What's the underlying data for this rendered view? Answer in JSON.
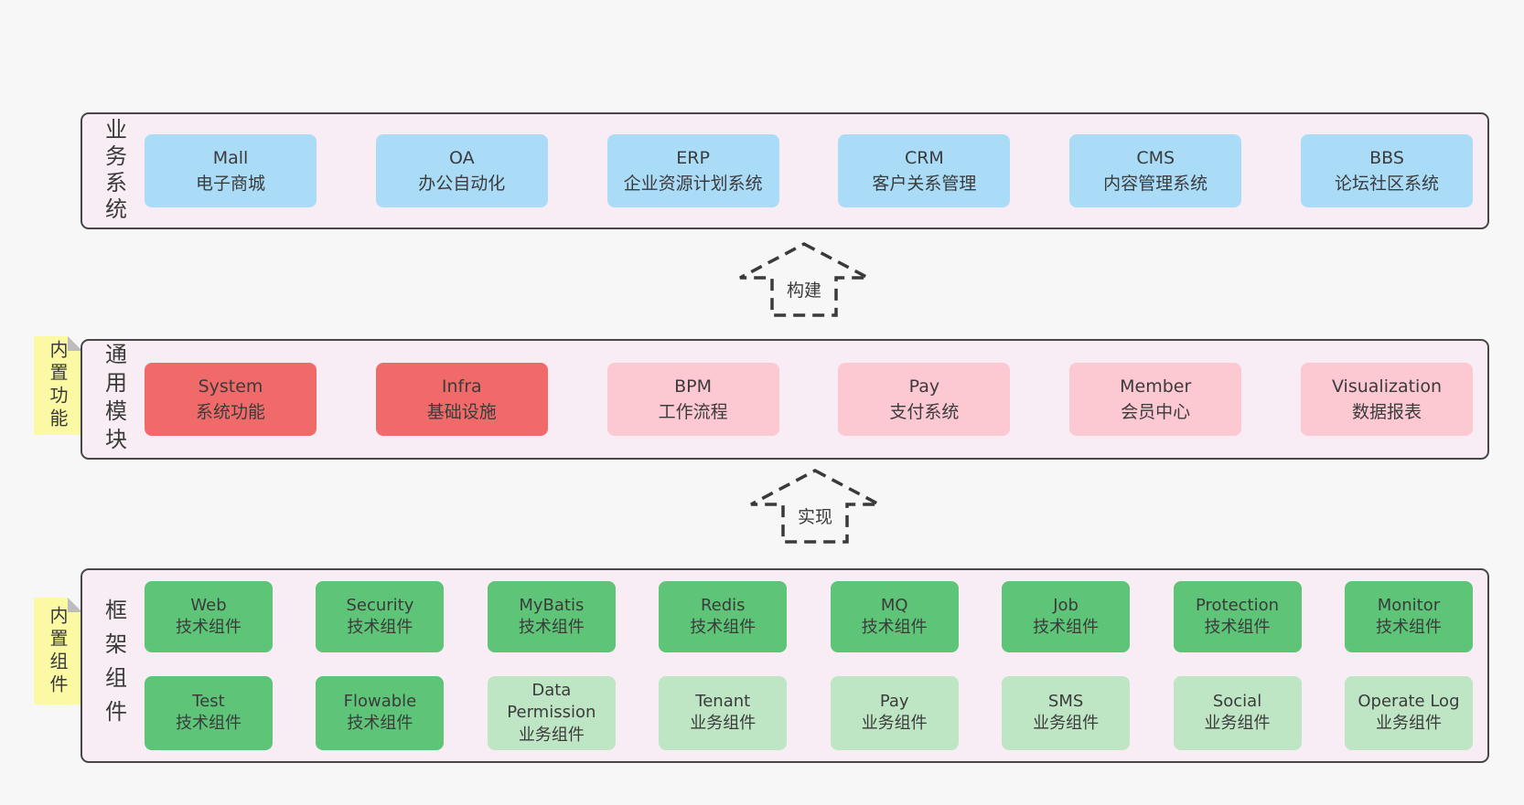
{
  "diagram": {
    "panels": [
      {
        "label": "业务系统",
        "boxes": [
          {
            "en": "Mall",
            "zh": "电子商城",
            "variant": "blue"
          },
          {
            "en": "OA",
            "zh": "办公自动化",
            "variant": "blue"
          },
          {
            "en": "ERP",
            "zh": "企业资源计划系统",
            "variant": "blue"
          },
          {
            "en": "CRM",
            "zh": "客户关系管理",
            "variant": "blue"
          },
          {
            "en": "CMS",
            "zh": "内容管理系统",
            "variant": "blue"
          },
          {
            "en": "BBS",
            "zh": "论坛社区系统",
            "variant": "blue"
          }
        ]
      },
      {
        "label": "通用模块",
        "note": "内置功能",
        "boxes": [
          {
            "en": "System",
            "zh": "系统功能",
            "variant": "red"
          },
          {
            "en": "Infra",
            "zh": "基础设施",
            "variant": "red"
          },
          {
            "en": "BPM",
            "zh": "工作流程",
            "variant": "pink"
          },
          {
            "en": "Pay",
            "zh": "支付系统",
            "variant": "pink"
          },
          {
            "en": "Member",
            "zh": "会员中心",
            "variant": "pink"
          },
          {
            "en": "Visualization",
            "zh": "数据报表",
            "variant": "pink"
          }
        ]
      },
      {
        "label": "框架组件",
        "note": "内置组件",
        "boxes": [
          {
            "en": "Web",
            "zh": "技术组件",
            "variant": "green"
          },
          {
            "en": "Security",
            "zh": "技术组件",
            "variant": "green"
          },
          {
            "en": "MyBatis",
            "zh": "技术组件",
            "variant": "green"
          },
          {
            "en": "Redis",
            "zh": "技术组件",
            "variant": "green"
          },
          {
            "en": "MQ",
            "zh": "技术组件",
            "variant": "green"
          },
          {
            "en": "Job",
            "zh": "技术组件",
            "variant": "green"
          },
          {
            "en": "Protection",
            "zh": "技术组件",
            "variant": "green"
          },
          {
            "en": "Monitor",
            "zh": "技术组件",
            "variant": "green"
          },
          {
            "en": "Test",
            "zh": "技术组件",
            "variant": "green"
          },
          {
            "en": "Flowable",
            "zh": "技术组件",
            "variant": "green"
          },
          {
            "en": "Data Permission",
            "zh": "业务组件",
            "variant": "light-green"
          },
          {
            "en": "Tenant",
            "zh": "业务组件",
            "variant": "light-green"
          },
          {
            "en": "Pay",
            "zh": "业务组件",
            "variant": "light-green"
          },
          {
            "en": "SMS",
            "zh": "业务组件",
            "variant": "light-green"
          },
          {
            "en": "Social",
            "zh": "业务组件",
            "variant": "light-green"
          },
          {
            "en": "Operate Log",
            "zh": "业务组件",
            "variant": "light-green"
          }
        ]
      }
    ],
    "arrows": [
      {
        "label": "构建"
      },
      {
        "label": "实现"
      }
    ],
    "colors": {
      "page_bg": "#f7f7f7",
      "panel_bg": "#f8edf5",
      "panel_border": "#474747",
      "blue": "#aadcf8",
      "red": "#f16a6a",
      "pink": "#fcc8d2",
      "green": "#5ec478",
      "light_green": "#bfe6c4",
      "note_yellow": "#fcf9a5",
      "note_fold": "#bdbdbd",
      "text": "#3b3b3b"
    }
  }
}
